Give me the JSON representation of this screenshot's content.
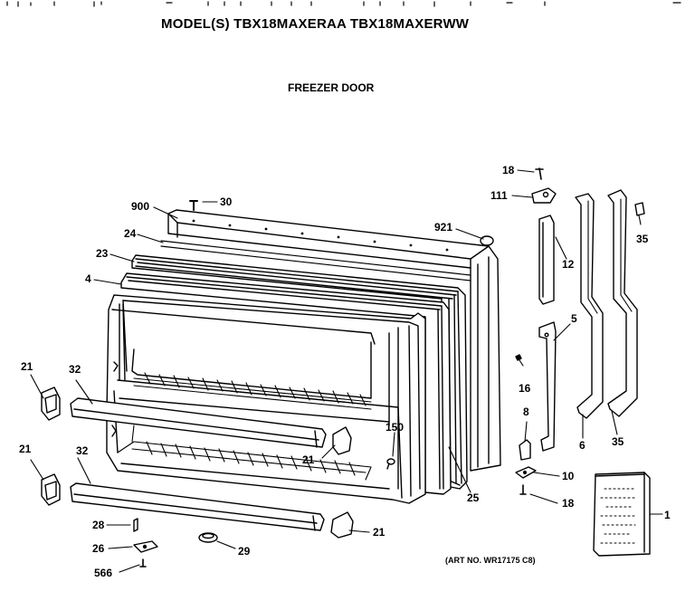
{
  "header": {
    "title": "MODEL(S) TBX18MAXERAA  TBX18MAXERWW",
    "subtitle": "FREEZER DOOR"
  },
  "footer": {
    "art_number": "(ART NO. WR17175 C8)"
  },
  "callouts": {
    "p900": "900",
    "p30": "30",
    "p24": "24",
    "p23": "23",
    "p4": "4",
    "p921": "921",
    "p18a": "18",
    "p111": "111",
    "p35a": "35",
    "p12": "12",
    "p5": "5",
    "p16": "16",
    "p8": "8",
    "p6": "6",
    "p35b": "35",
    "p10": "10",
    "p18b": "18",
    "p1": "1",
    "p21a": "21",
    "p32a": "32",
    "p21b": "21",
    "p32b": "32",
    "p150": "150",
    "p21c": "21",
    "p25": "25",
    "p28": "28",
    "p26": "26",
    "p566": "566",
    "p29": "29",
    "p21d": "21"
  }
}
